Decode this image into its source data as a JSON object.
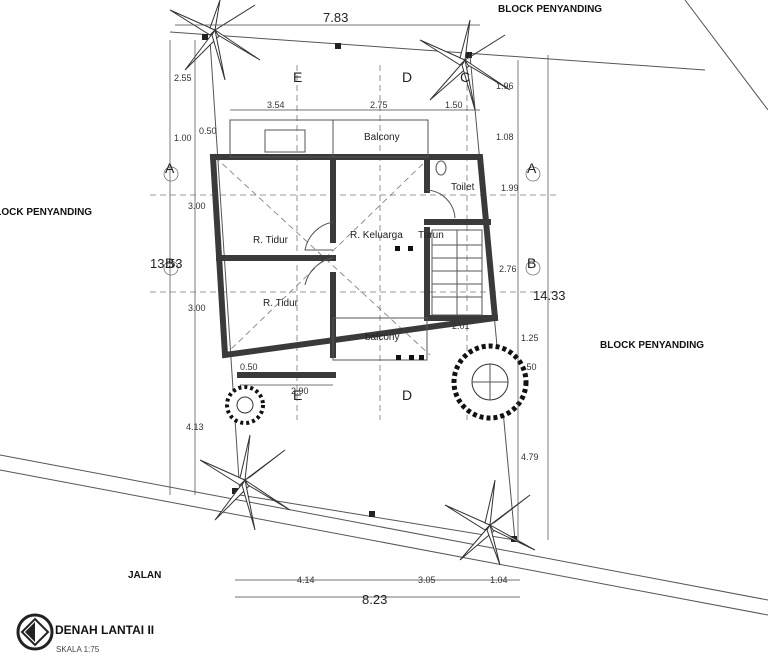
{
  "title": "DENAH LANTAI II",
  "scale": "SKALA 1:75",
  "neighbors": {
    "top": "BLOCK PENYANDING",
    "left": "BLOCK PENYANDING",
    "right": "BLOCK PENYANDING"
  },
  "street": "JALAN",
  "rooms": {
    "balcony_top": "Balcony",
    "toilet": "Toilet",
    "bedroom_1": "R. Tidur",
    "bedroom_2": "R. Tidur",
    "family_room": "R. Keluarga",
    "stairs": "Turun",
    "balcony_bottom": "balcony"
  },
  "axes": {
    "a_left": "A",
    "a_right": "A",
    "b_left": "B",
    "b_right": "B",
    "c_top": "C",
    "d_top": "D",
    "d_bottom": "D",
    "e_top": "E",
    "e_bottom": "E"
  },
  "dimensions": {
    "top_total": "7.83",
    "bottom_total": "8.23",
    "left_total": "13.53",
    "right_total": "14.33",
    "d354": "3.54",
    "d275": "2.75",
    "d150": "1.50",
    "d255": "2.55",
    "d100": "1.00",
    "d050a": "0.50",
    "d300a": "3.00",
    "d300b": "3.00",
    "d050b": "0.50",
    "d290": "2.90",
    "d413": "4.13",
    "d196": "1.96",
    "d108": "1.08",
    "d199": "1.99",
    "d276": "2.76",
    "d201": "2.01",
    "d125": "1.25",
    "d050c": ".50",
    "d479": "4.79",
    "d414": "4.14",
    "d305": "3.05",
    "d104": "1.04"
  }
}
